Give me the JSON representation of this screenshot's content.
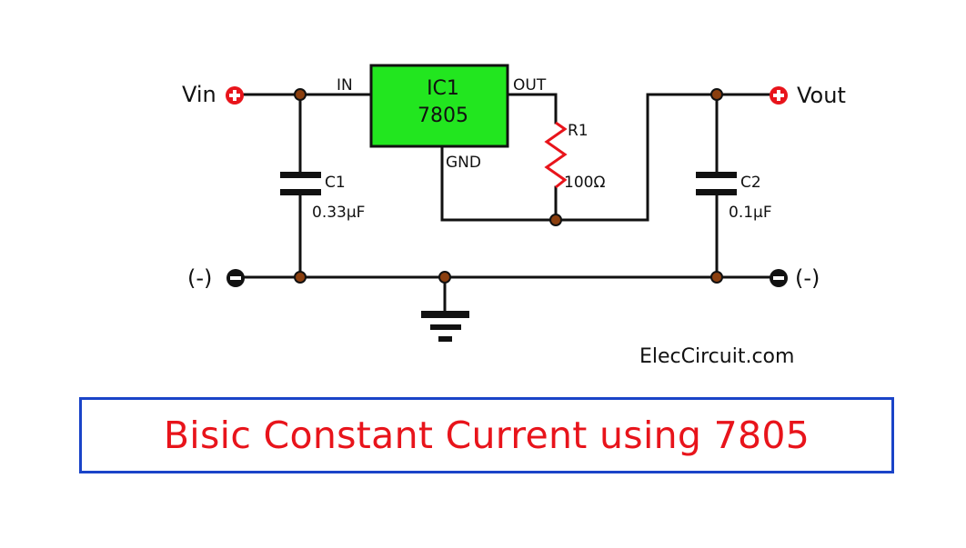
{
  "schematic": {
    "title": "Bisic Constant Current using 7805",
    "watermark": "ElecCircuit.com",
    "colors": {
      "wire": "#111111",
      "junction": "#8b3f0f",
      "ic_fill": "#22e61f",
      "resistor": "#e8141b",
      "positive_terminal": "#e8141b",
      "negative_terminal": "#111111",
      "title_text": "#e8141b",
      "title_border": "#1a44c8"
    },
    "terminals": {
      "vin": {
        "label": "Vin",
        "polarity": "positive"
      },
      "vout": {
        "label": "Vout",
        "polarity": "positive"
      },
      "gnd_left": {
        "label": "(-)",
        "polarity": "negative"
      },
      "gnd_right": {
        "label": "(-)",
        "polarity": "negative"
      }
    },
    "ic": {
      "ref": "IC1",
      "part": "7805",
      "pins": {
        "in": "IN",
        "out": "OUT",
        "gnd": "GND"
      }
    },
    "resistor": {
      "ref": "R1",
      "value": "100Ω"
    },
    "capacitors": [
      {
        "ref": "C1",
        "value": "0.33µF"
      },
      {
        "ref": "C2",
        "value": "0.1µF"
      }
    ],
    "ground_symbol": "ground-icon"
  }
}
